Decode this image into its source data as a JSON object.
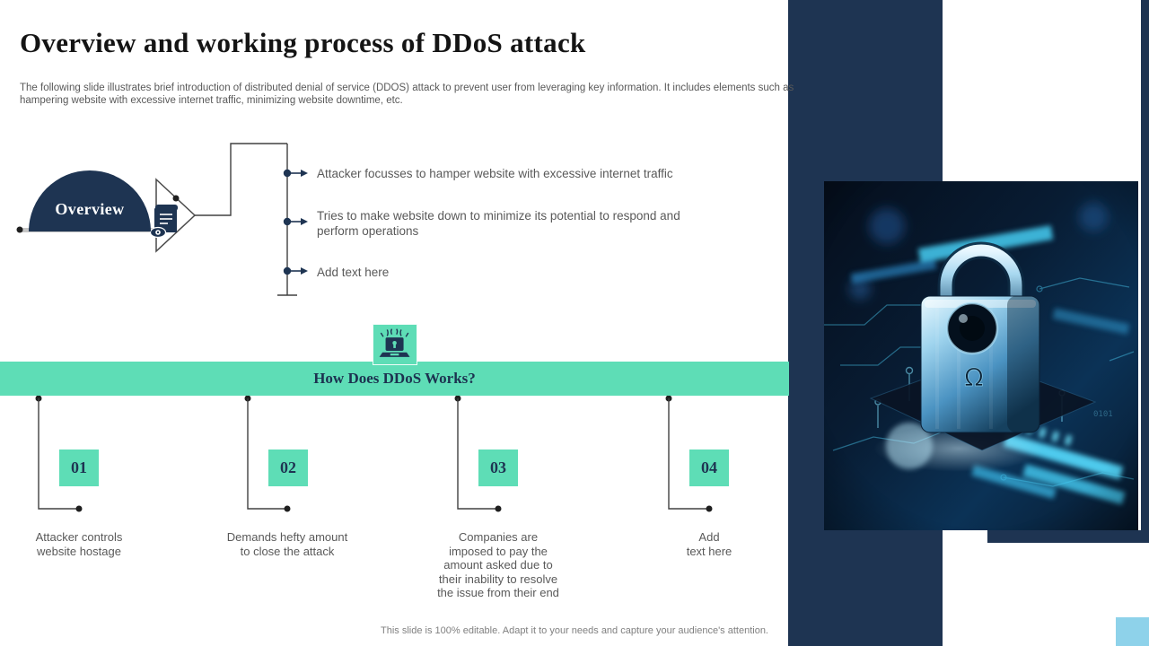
{
  "slide": {
    "title": "Overview and working process of DDoS attack",
    "subtitle_lines": [
      "The following slide illustrates brief introduction of distributed denial of service (DDOS) attack to prevent user from leveraging key information. It includes elements such as",
      "hampering website with excessive internet traffic, minimizing website downtime, etc."
    ],
    "footer": "This slide is 100% editable. Adapt it to your needs and capture your audience's attention."
  },
  "overview": {
    "label": "Overview",
    "icon": "document-eye-icon",
    "bullets": [
      "Attacker focusses to hamper website with excessive internet traffic",
      "Tries to make website down to minimize its potential to respond and\nperform operations",
      "Add text here"
    ]
  },
  "process": {
    "heading": "How Does DDoS Works?",
    "icon": "laptop-attack-icon",
    "steps": [
      {
        "number": "01",
        "description": "Attacker controls\nwebsite hostage"
      },
      {
        "number": "02",
        "description": "Demands hefty amount\nto close the attack"
      },
      {
        "number": "03",
        "description": "Companies are\nimposed to pay the\namount asked due to\ntheir inability to resolve\nthe issue from their end"
      },
      {
        "number": "04",
        "description": "Add\ntext here"
      }
    ]
  },
  "image": {
    "name": "padlock-circuit-photo"
  },
  "colors": {
    "navy": "#1e3452",
    "teal": "#5eddb6",
    "light_blue": "#8ed2ea",
    "text_gray": "#595959"
  }
}
